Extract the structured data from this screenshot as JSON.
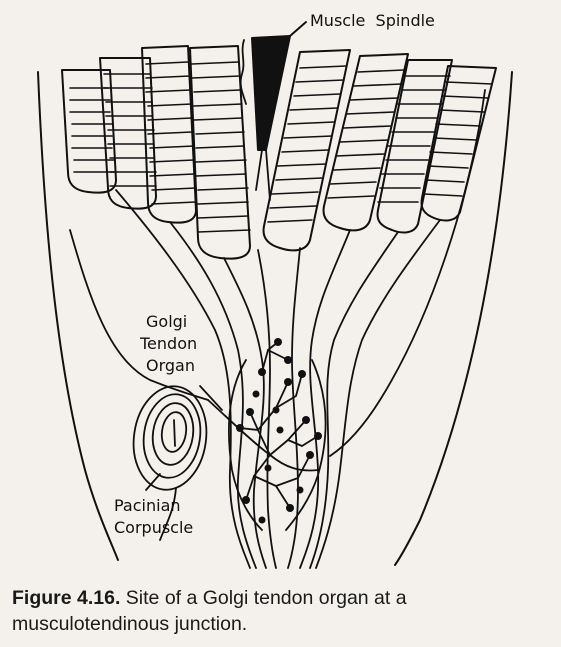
{
  "labels": {
    "muscle_spindle": "Muscle  Spindle",
    "golgi_line1": "Golgi",
    "golgi_line2": "Tendon",
    "golgi_line3": "Organ",
    "pacinian_line1": "Pacinian",
    "pacinian_line2": "Corpuscle"
  },
  "caption": {
    "figure_number": "Figure 4.16.",
    "text": "Site of a Golgi tendon organ at a musculotendinous junction."
  },
  "colors": {
    "ink": "#111111",
    "paper": "#f4f1ec"
  }
}
